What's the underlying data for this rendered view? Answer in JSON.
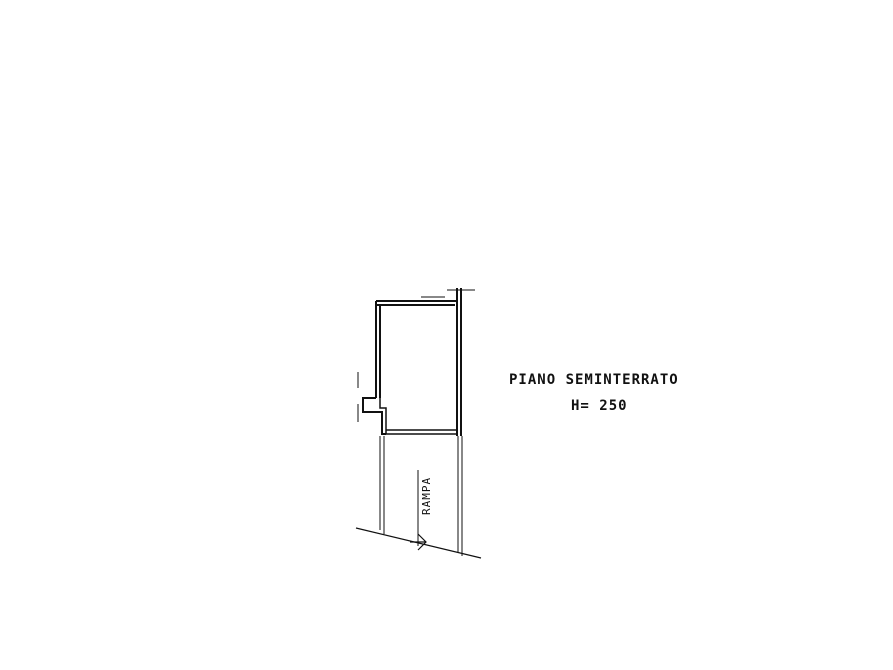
{
  "floor": {
    "name": "PIANO SEMINTERRATO",
    "height": "H= 250"
  },
  "ramp": {
    "label": "RAMPA"
  },
  "colors": {
    "ink": "#111111",
    "paper": "#ffffff"
  }
}
